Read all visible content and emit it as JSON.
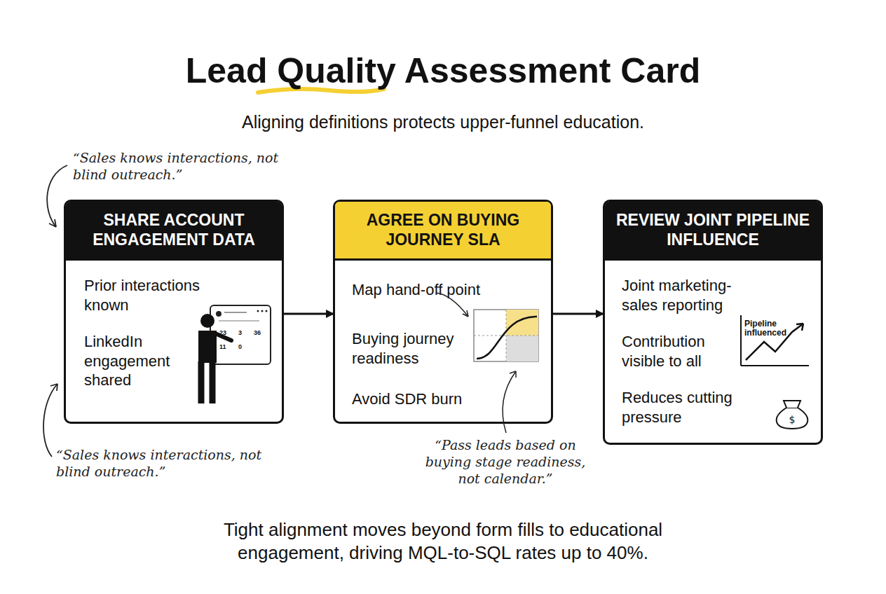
{
  "diagram": {
    "title": "Lead Quality Assessment Card",
    "caption": "Tight alignment moves beyond form fills to educational engagement, driving MQL-to-SQL rates up to 40%.",
    "nodes": [
      {
        "text": [
          "SHARE ACCOUNT ENGAGEMENT DATA",
          "Prior interactions known",
          "LinkedIn engagement shared"
        ]
      },
      {
        "text": [
          "AGREE ON BUYING JOURNEY SLA",
          "Map hand-off point",
          "Buying journey readiness",
          "Avoid SDR burn"
        ]
      },
      {
        "text": [
          "REVIEW JOINT PIPELINE INFLUENCE",
          "Joint marketing-sales reporting",
          "Contribution visible to all",
          "Reduces cutting pressure"
        ]
      }
    ],
    "edges": [
      {
        "from": 0,
        "to": 1,
        "arrow": "to"
      },
      {
        "from": 1,
        "to": 2,
        "arrow": "to"
      }
    ],
    "labels": [
      "Aligning definitions protects upper-funnel education.",
      "“Sales knows interactions, not blind outreach.”",
      "“Sales knows interactions, not blind outreach.”",
      "“Pass leads based on buying stage readiness, not calendar.”",
      "Pipeline influenced",
      "23",
      "3",
      "36",
      "11",
      "0"
    ]
  }
}
